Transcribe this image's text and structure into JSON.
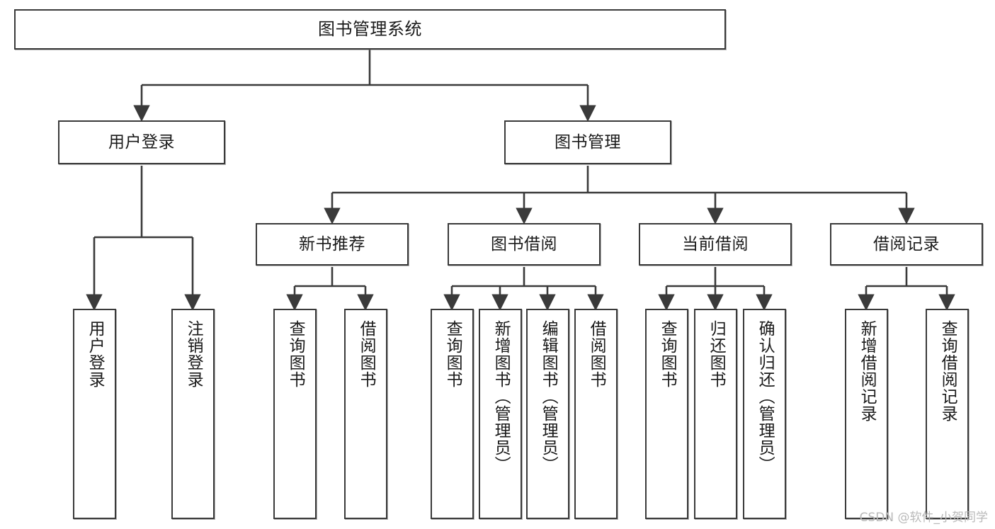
{
  "diagram": {
    "title": "图书管理系统",
    "type": "tree-hierarchy",
    "watermark": "CSDN @软件_小贺同学",
    "colors": {
      "stroke": "#3a3a3a",
      "fill": "#ffffff",
      "text": "#1a1a1a",
      "watermark": "#b9b9b9"
    },
    "nodes": {
      "root": {
        "label": "图书管理系统"
      },
      "level2": [
        {
          "id": "user-login",
          "label": "用户登录"
        },
        {
          "id": "book-management",
          "label": "图书管理"
        }
      ],
      "level3": [
        {
          "id": "new-book-recommend",
          "label": "新书推荐"
        },
        {
          "id": "book-borrow",
          "label": "图书借阅"
        },
        {
          "id": "current-borrow",
          "label": "当前借阅"
        },
        {
          "id": "borrow-record",
          "label": "借阅记录"
        }
      ],
      "leaves": {
        "user_login": [
          {
            "id": "leaf-user-login",
            "label": "用户登录"
          },
          {
            "id": "leaf-logout-login",
            "label": "注销登录"
          }
        ],
        "new_book_recommend": [
          {
            "id": "leaf-query-book-1",
            "label": "查询图书"
          },
          {
            "id": "leaf-borrow-book-1",
            "label": "借阅图书"
          }
        ],
        "book_borrow": [
          {
            "id": "leaf-query-book-2",
            "label": "查询图书"
          },
          {
            "id": "leaf-add-book",
            "label": "新增图书（管理员）"
          },
          {
            "id": "leaf-edit-book",
            "label": "编辑图书（管理员）"
          },
          {
            "id": "leaf-borrow-book-2",
            "label": "借阅图书"
          }
        ],
        "current_borrow": [
          {
            "id": "leaf-query-book-3",
            "label": "查询图书"
          },
          {
            "id": "leaf-return-book",
            "label": "归还图书"
          },
          {
            "id": "leaf-confirm-return",
            "label": "确认归还（管理员）"
          }
        ],
        "borrow_record": [
          {
            "id": "leaf-add-record",
            "label": "新增借阅记录"
          },
          {
            "id": "leaf-query-record",
            "label": "查询借阅记录"
          }
        ]
      }
    }
  }
}
